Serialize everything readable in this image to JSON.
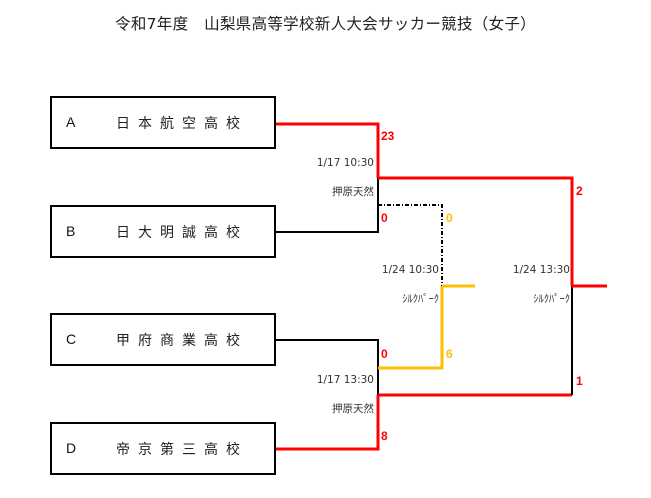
{
  "title": "令和7年度　山梨県高等学校新人大会サッカー競技（女子）",
  "colors": {
    "winner_line": "#ff0000",
    "third_place_line": "#ffc000",
    "default_line": "#000000",
    "score_red": "#ff0000",
    "score_yellow": "#ffc000"
  },
  "teams": [
    {
      "seed": "A",
      "name": "日本航空高校"
    },
    {
      "seed": "B",
      "name": "日大明誠高校"
    },
    {
      "seed": "C",
      "name": "甲府商業高校"
    },
    {
      "seed": "D",
      "name": "帝京第三高校"
    }
  ],
  "matches": {
    "semi1": {
      "date": "1/17  10:30",
      "venue": "押原天然",
      "score_top": "23",
      "score_bottom": "0"
    },
    "semi2": {
      "date": "1/17  13:30",
      "venue": "押原天然",
      "score_top": "0",
      "score_bottom": "8"
    },
    "third_place": {
      "date": "1/24  10:30",
      "venue": "ｼﾙｸﾊﾟｰｸ",
      "score_top": "0",
      "score_bottom": "6"
    },
    "final": {
      "date": "1/24  13:30",
      "venue": "ｼﾙｸﾊﾟｰｸ",
      "score_top": "2",
      "score_bottom": "1"
    }
  }
}
